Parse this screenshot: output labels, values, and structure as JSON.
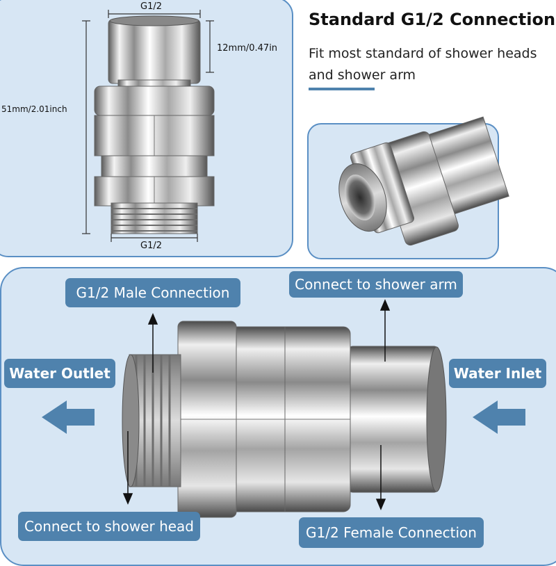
{
  "dimensions": {
    "top_thread": "G1/2",
    "bottom_thread": "G1/2",
    "nut_height": "12mm/0.47in",
    "total_length": "51mm/2.01inch"
  },
  "info": {
    "title": "Standard G1/2 Connection",
    "subtitle": "Fit most standard of shower heads and shower arm"
  },
  "callouts": {
    "male_connection": "G1/2 Male Connection",
    "shower_arm": "Connect to shower arm",
    "water_outlet": "Water Outlet",
    "water_inlet": "Water Inlet",
    "shower_head": "Connect to shower head",
    "female_connection": "G1/2 Female Connection"
  },
  "colors": {
    "panel_fill": "#d7e6f4",
    "panel_border": "#5a8fc4",
    "label_fill": "#4f82ad",
    "label_text": "#ffffff"
  }
}
